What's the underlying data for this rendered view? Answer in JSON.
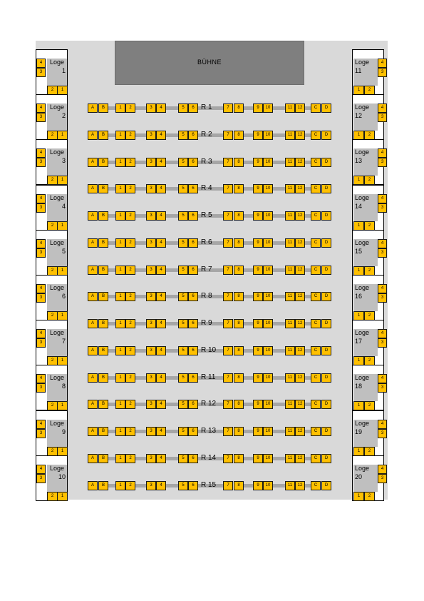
{
  "stage": {
    "label": "BÜHNE"
  },
  "rows": [
    {
      "label": "R  1"
    },
    {
      "label": "R  2"
    },
    {
      "label": "R  3"
    },
    {
      "label": "R  4"
    },
    {
      "label": "R  5"
    },
    {
      "label": "R  6"
    },
    {
      "label": "R  7"
    },
    {
      "label": "R  8"
    },
    {
      "label": "R  9"
    },
    {
      "label": "R  10"
    },
    {
      "label": "R  11"
    },
    {
      "label": "R  12"
    },
    {
      "label": "R  13"
    },
    {
      "label": "R  14"
    },
    {
      "label": "R  15"
    }
  ],
  "row_seats": {
    "left_outer": [
      "A",
      "B"
    ],
    "left_block": [
      "1",
      "2",
      "3",
      "4",
      "5",
      "6"
    ],
    "right_block": [
      "7",
      "8",
      "9",
      "10",
      "11",
      "12"
    ],
    "right_outer": [
      "C",
      "D"
    ]
  },
  "left_boxes": [
    {
      "name": "Loge",
      "number": "1"
    },
    {
      "name": "Loge",
      "number": "2"
    },
    {
      "name": "Loge",
      "number": "3"
    },
    {
      "name": "Loge",
      "number": "4"
    },
    {
      "name": "Loge",
      "number": "5"
    },
    {
      "name": "Loge",
      "number": "6"
    },
    {
      "name": "Loge",
      "number": "7"
    },
    {
      "name": "Loge",
      "number": "8"
    },
    {
      "name": "Loge",
      "number": "9"
    },
    {
      "name": "Loge",
      "number": "10"
    }
  ],
  "right_boxes": [
    {
      "name": "Loge",
      "number": "11"
    },
    {
      "name": "Loge",
      "number": "12"
    },
    {
      "name": "Loge",
      "number": "13"
    },
    {
      "name": "Loge",
      "number": "14"
    },
    {
      "name": "Loge",
      "number": "15"
    },
    {
      "name": "Loge",
      "number": "16"
    },
    {
      "name": "Loge",
      "number": "17"
    },
    {
      "name": "Loge",
      "number": "18"
    },
    {
      "name": "Loge",
      "number": "19"
    },
    {
      "name": "Loge",
      "number": "20"
    }
  ],
  "left_box_seats": {
    "side": [
      "4",
      "3"
    ],
    "bottom": [
      "2",
      "1"
    ]
  },
  "right_box_seats": {
    "side": [
      "4",
      "3"
    ],
    "bottom": [
      "1",
      "2"
    ]
  },
  "colors": {
    "seat": "#ffc000",
    "stage": "#7f7f7f",
    "floor": "#d9d9d9",
    "box": "#bfbfbf",
    "aisle": "#a6a6a6"
  }
}
